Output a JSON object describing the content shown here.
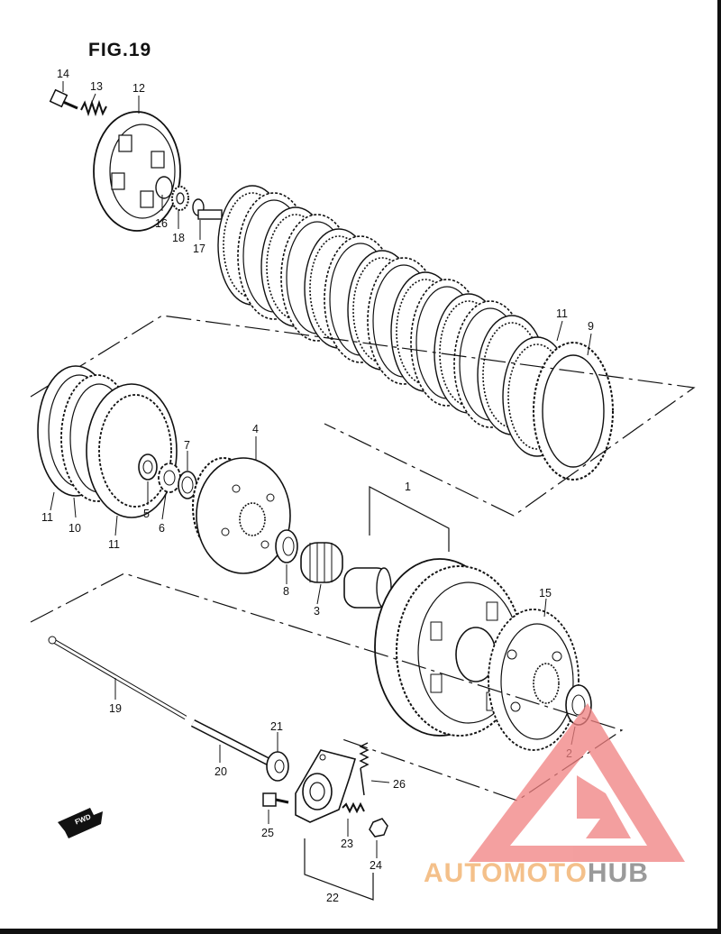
{
  "figure": {
    "title": "FIG.19"
  },
  "callouts": [
    {
      "label": "14"
    },
    {
      "label": "13"
    },
    {
      "label": "12"
    },
    {
      "label": "16"
    },
    {
      "label": "18"
    },
    {
      "label": "17"
    },
    {
      "label": "11"
    },
    {
      "label": "9"
    },
    {
      "label": "4"
    },
    {
      "label": "7"
    },
    {
      "label": "5"
    },
    {
      "label": "6"
    },
    {
      "label": "10"
    },
    {
      "label": "11"
    },
    {
      "label": "11"
    },
    {
      "label": "1"
    },
    {
      "label": "8"
    },
    {
      "label": "3"
    },
    {
      "label": "15"
    },
    {
      "label": "19"
    },
    {
      "label": "20"
    },
    {
      "label": "21"
    },
    {
      "label": "2"
    },
    {
      "label": "26"
    },
    {
      "label": "25"
    },
    {
      "label": "23"
    },
    {
      "label": "24"
    },
    {
      "label": "22"
    }
  ],
  "fwd": {
    "label": "FWD"
  },
  "watermark": {
    "part1": "AUTOMOTO",
    "part2": "HUB",
    "color_main": "#f08080",
    "color_text": "#f4c08a",
    "color_hub": "#9a9a9a"
  }
}
